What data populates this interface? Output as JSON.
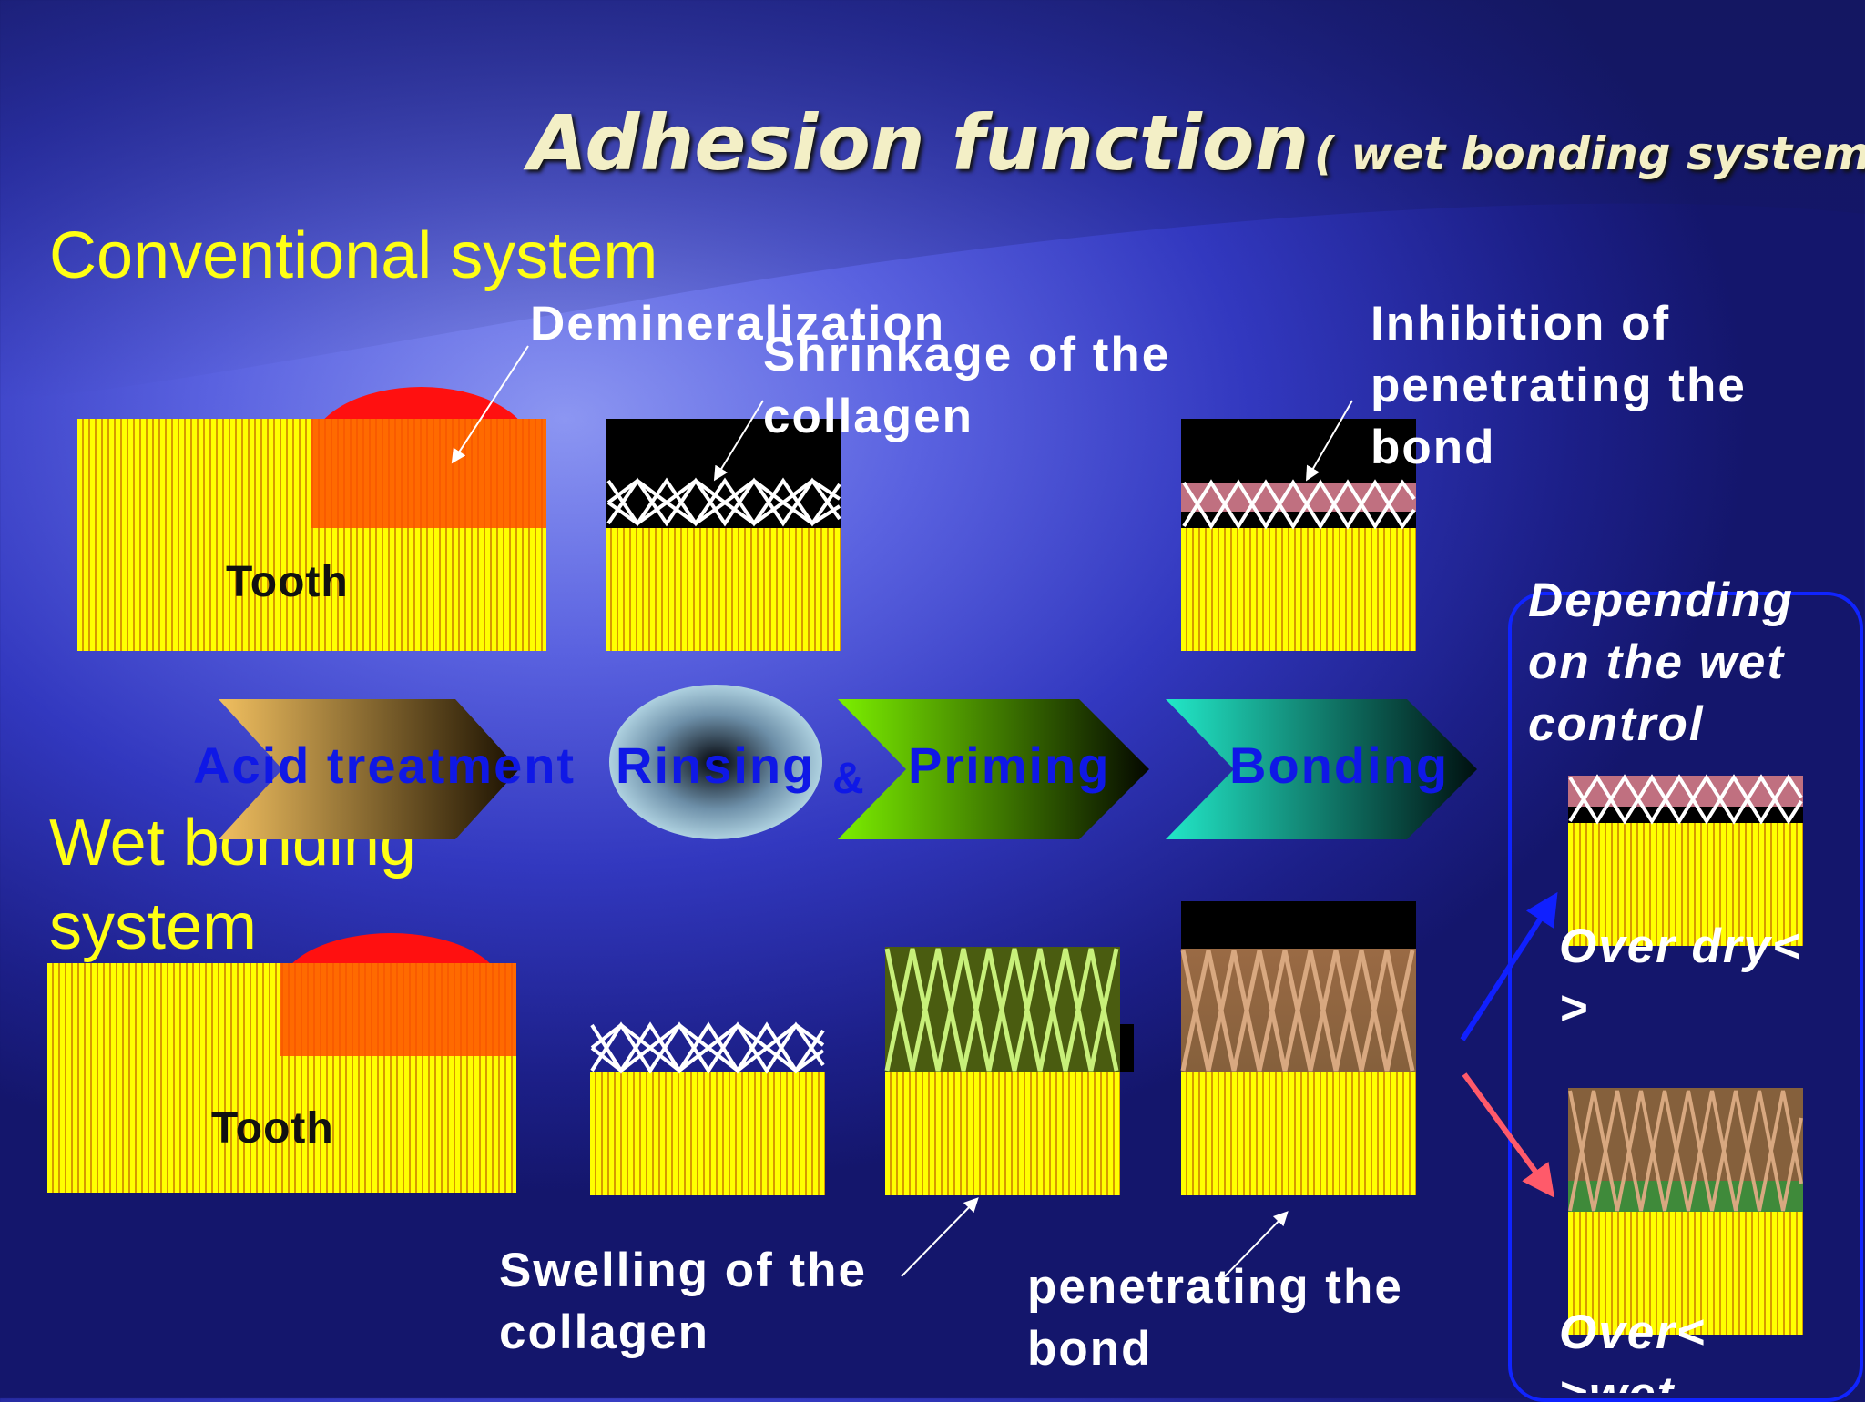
{
  "title": {
    "main": "Adhesion function",
    "sub": "( wet bonding system)"
  },
  "sections": {
    "conventional": "Conventional system",
    "wet": "Wet bonding system"
  },
  "labels": {
    "demineralization": "Demineralization",
    "shrinkage": "Shrinkage of the collagen",
    "inhibition": "Inhibition of penetrating the bond",
    "tooth": "Tooth",
    "swelling": "Swelling of the collagen",
    "penetrating": "penetrating the bond",
    "depending": "Depending on the wet control",
    "over_dry": "Over dry<  >",
    "over_wet": "Over<  >wet"
  },
  "steps": {
    "acid": "Acid treatment",
    "rinsing": "Rinsing",
    "amp": "&",
    "priming": "Priming",
    "bonding": "Bonding"
  },
  "colors": {
    "tooth_yellow": "#ffff00",
    "tooth_stripe": "#d69a00",
    "acid_red": "#ff1010",
    "demineralized": "#ff6a00",
    "collagen": "#ffffff",
    "primer": "#4a5c10",
    "bond": "#a0704a",
    "inhibited": "#c07080",
    "title": "#f3efc6",
    "section": "#ffff14",
    "step_text": "#0f18e6"
  }
}
